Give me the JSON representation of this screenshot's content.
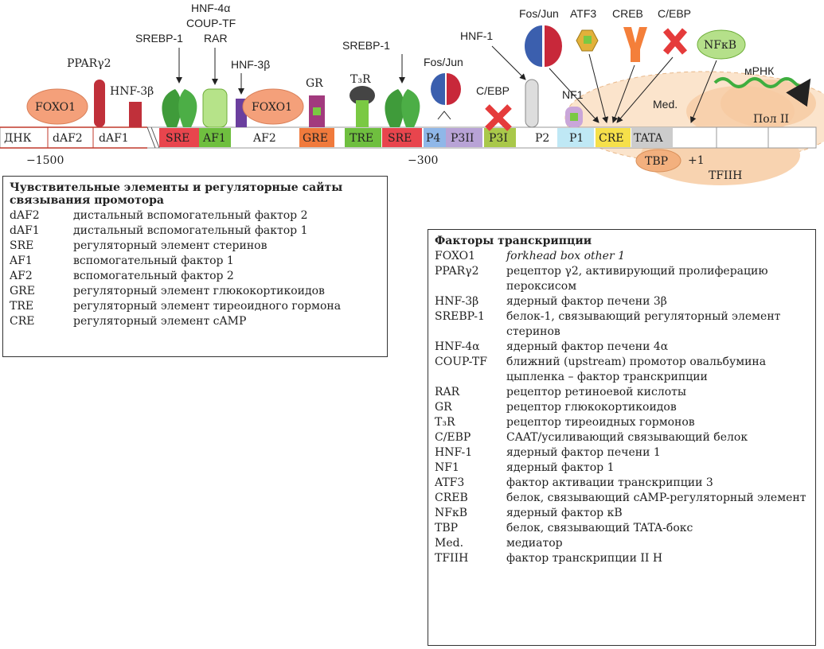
{
  "diagram": {
    "dna_label": "ДНК",
    "pos_far": "−1500",
    "pos_mid": "−300",
    "plus_one": "+1",
    "mrna": "мРНК",
    "pol": "Пол II",
    "med": "Med.",
    "tbp": "TBP",
    "tfiih": "TFIIH",
    "segments": {
      "daf2": "dAF2",
      "daf1": "dAF1",
      "sre1": "SRE",
      "af1": "AF1",
      "af2": "AF2",
      "gre": "GRE",
      "tre": "TRE",
      "sre2": "SRE",
      "p4": "P4",
      "p3ii": "P3II",
      "p3i": "P3I",
      "p2": "P2",
      "p1": "P1",
      "cre": "CRE",
      "tata": "TATA"
    },
    "factors": {
      "foxo1_left": "FOXO1",
      "foxo1_mid": "FOXO1",
      "ppar": "PPARγ2",
      "hnf3_left": "HNF-3β",
      "srebp_left": "SREBP-1",
      "hnf4": "HNF-4α",
      "coup": "COUP-TF",
      "rar": "RAR",
      "hnf3_mid": "HNF-3β",
      "gr": "GR",
      "t3r": "T₃R",
      "srebp_right": "SREBP-1",
      "fosjun_low": "Fos/Jun",
      "cebp_low": "C/EBP",
      "hnf1": "HNF-1",
      "nf1": "NF1",
      "fosjun_top": "Fos/Jun",
      "atf3": "ATF3",
      "creb": "CREB",
      "cebp_top": "C/EBP",
      "nfkb": "NFκB"
    }
  },
  "elements_legend": {
    "title": "Чувствительные элементы и регуляторные сайты связывания промотора",
    "rows": [
      {
        "abbr": "dAF2",
        "desc": "дистальный вспомогательный фактор 2"
      },
      {
        "abbr": "dAF1",
        "desc": "дистальный вспомогательный фактор 1"
      },
      {
        "abbr": "SRE",
        "desc": "регуляторный элемент стеринов"
      },
      {
        "abbr": "AF1",
        "desc": "вспомогательный фактор 1"
      },
      {
        "abbr": "AF2",
        "desc": "вспомогательный фактор 2"
      },
      {
        "abbr": "GRE",
        "desc": "регуляторный элемент глюкокортикоидов"
      },
      {
        "abbr": "TRE",
        "desc": "регуляторный элемент тиреоидного гормона"
      },
      {
        "abbr": "CRE",
        "desc": "регуляторный элемент cAMP"
      }
    ]
  },
  "factors_legend": {
    "title": "Факторы транскрипции",
    "rows": [
      {
        "abbr": "FOXO1",
        "desc": "forkhead box other 1"
      },
      {
        "abbr": "PPARγ2",
        "desc": "рецептор γ2, активирующий пролиферацию пероксисом"
      },
      {
        "abbr": "HNF-3β",
        "desc": "ядерный фактор печени 3β"
      },
      {
        "abbr": "SREBP-1",
        "desc": "белок-1, связывающий регуляторный элемент стеринов"
      },
      {
        "abbr": "HNF-4α",
        "desc": "ядерный фактор печени 4α"
      },
      {
        "abbr": "COUP-TF",
        "desc": "ближний (upstream) промотор овальбумина цыпленка – фактор транскрипции"
      },
      {
        "abbr": "RAR",
        "desc": "рецептор ретиноевой кислоты"
      },
      {
        "abbr": "GR",
        "desc": "рецептор глюкокортикоидов"
      },
      {
        "abbr": "T₃R",
        "desc": "рецептор тиреоидных гормонов"
      },
      {
        "abbr": "C/EBP",
        "desc": "CAAT/усиливающий связывающий белок"
      },
      {
        "abbr": "HNF-1",
        "desc": "ядерный фактор печени 1"
      },
      {
        "abbr": "NF1",
        "desc": "ядерный фактор 1"
      },
      {
        "abbr": "ATF3",
        "desc": "фактор активации транскрипции 3"
      },
      {
        "abbr": "CREB",
        "desc": "белок, связывающий cAMP-регуляторный элемент"
      },
      {
        "abbr": "NFκB",
        "desc": "ядерный фактор κB"
      },
      {
        "abbr": "TBP",
        "desc": "белок, связывающий TATA-бокс"
      },
      {
        "abbr": "Med.",
        "desc": "медиатор"
      },
      {
        "abbr": "TFIIH",
        "desc": "фактор транскрипции II H"
      }
    ]
  }
}
